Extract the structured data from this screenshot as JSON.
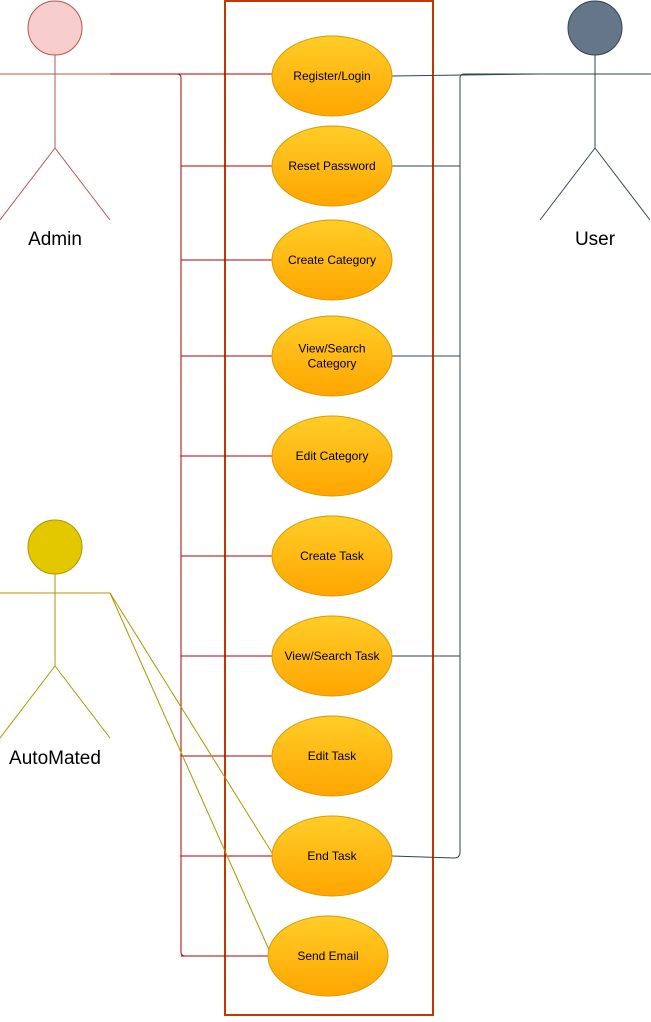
{
  "colors": {
    "admin_line": "#b20000",
    "user_line": "#314354",
    "auto_line": "#b09500",
    "system_border": "#c73500",
    "usecase_top": "#ffcd28",
    "usecase_bottom": "#ffa500",
    "usecase_stroke": "#d79b00",
    "admin_head_fill": "#f8cecc",
    "user_head_fill": "#647687",
    "auto_head_fill": "#e3c800"
  },
  "actors": {
    "admin": {
      "label": "Admin"
    },
    "user": {
      "label": "User"
    },
    "automated": {
      "label": "AutoMated"
    }
  },
  "use_cases": [
    {
      "label_lines": [
        "Register/Login"
      ]
    },
    {
      "label_lines": [
        "Reset Password"
      ]
    },
    {
      "label_lines": [
        "Create Category"
      ]
    },
    {
      "label_lines": [
        "View/Search",
        "Category"
      ]
    },
    {
      "label_lines": [
        "Edit Category"
      ]
    },
    {
      "label_lines": [
        "Create Task"
      ]
    },
    {
      "label_lines": [
        "View/Search Task"
      ]
    },
    {
      "label_lines": [
        "Edit Task"
      ]
    },
    {
      "label_lines": [
        "End Task"
      ]
    },
    {
      "label_lines": [
        "Send Email"
      ]
    }
  ]
}
